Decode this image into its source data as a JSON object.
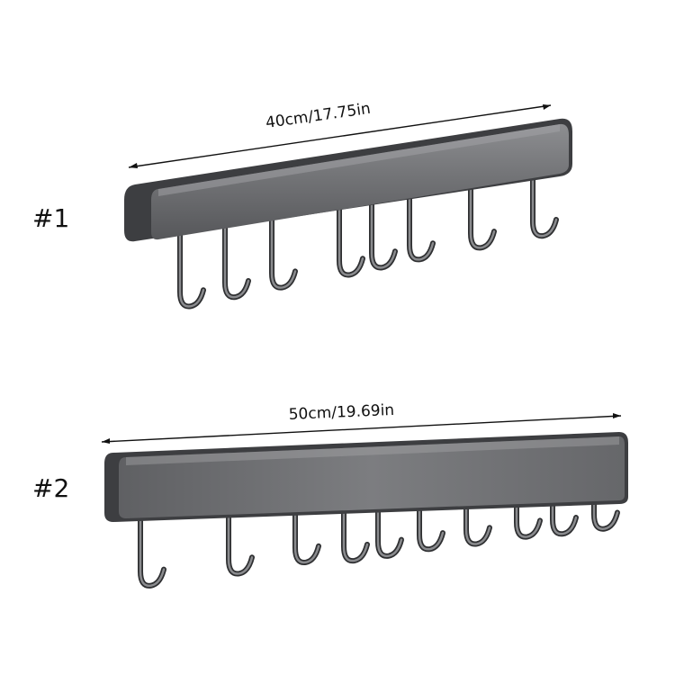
{
  "products": [
    {
      "label": "#1",
      "dimension": "40cm/17.75in",
      "hook_count": 8
    },
    {
      "label": "#2",
      "dimension": "50cm/19.69in",
      "hook_count": 10
    }
  ],
  "colors": {
    "rail_body": "#6e6f72",
    "rail_light": "#9a9b9e",
    "rail_dark": "#3a3b3e",
    "rail_edge": "#2a2b2d",
    "hook_stroke": "#2e2f31",
    "hook_fill": "#8a8b8e",
    "dimension_line": "#111111",
    "text": "#111111"
  }
}
